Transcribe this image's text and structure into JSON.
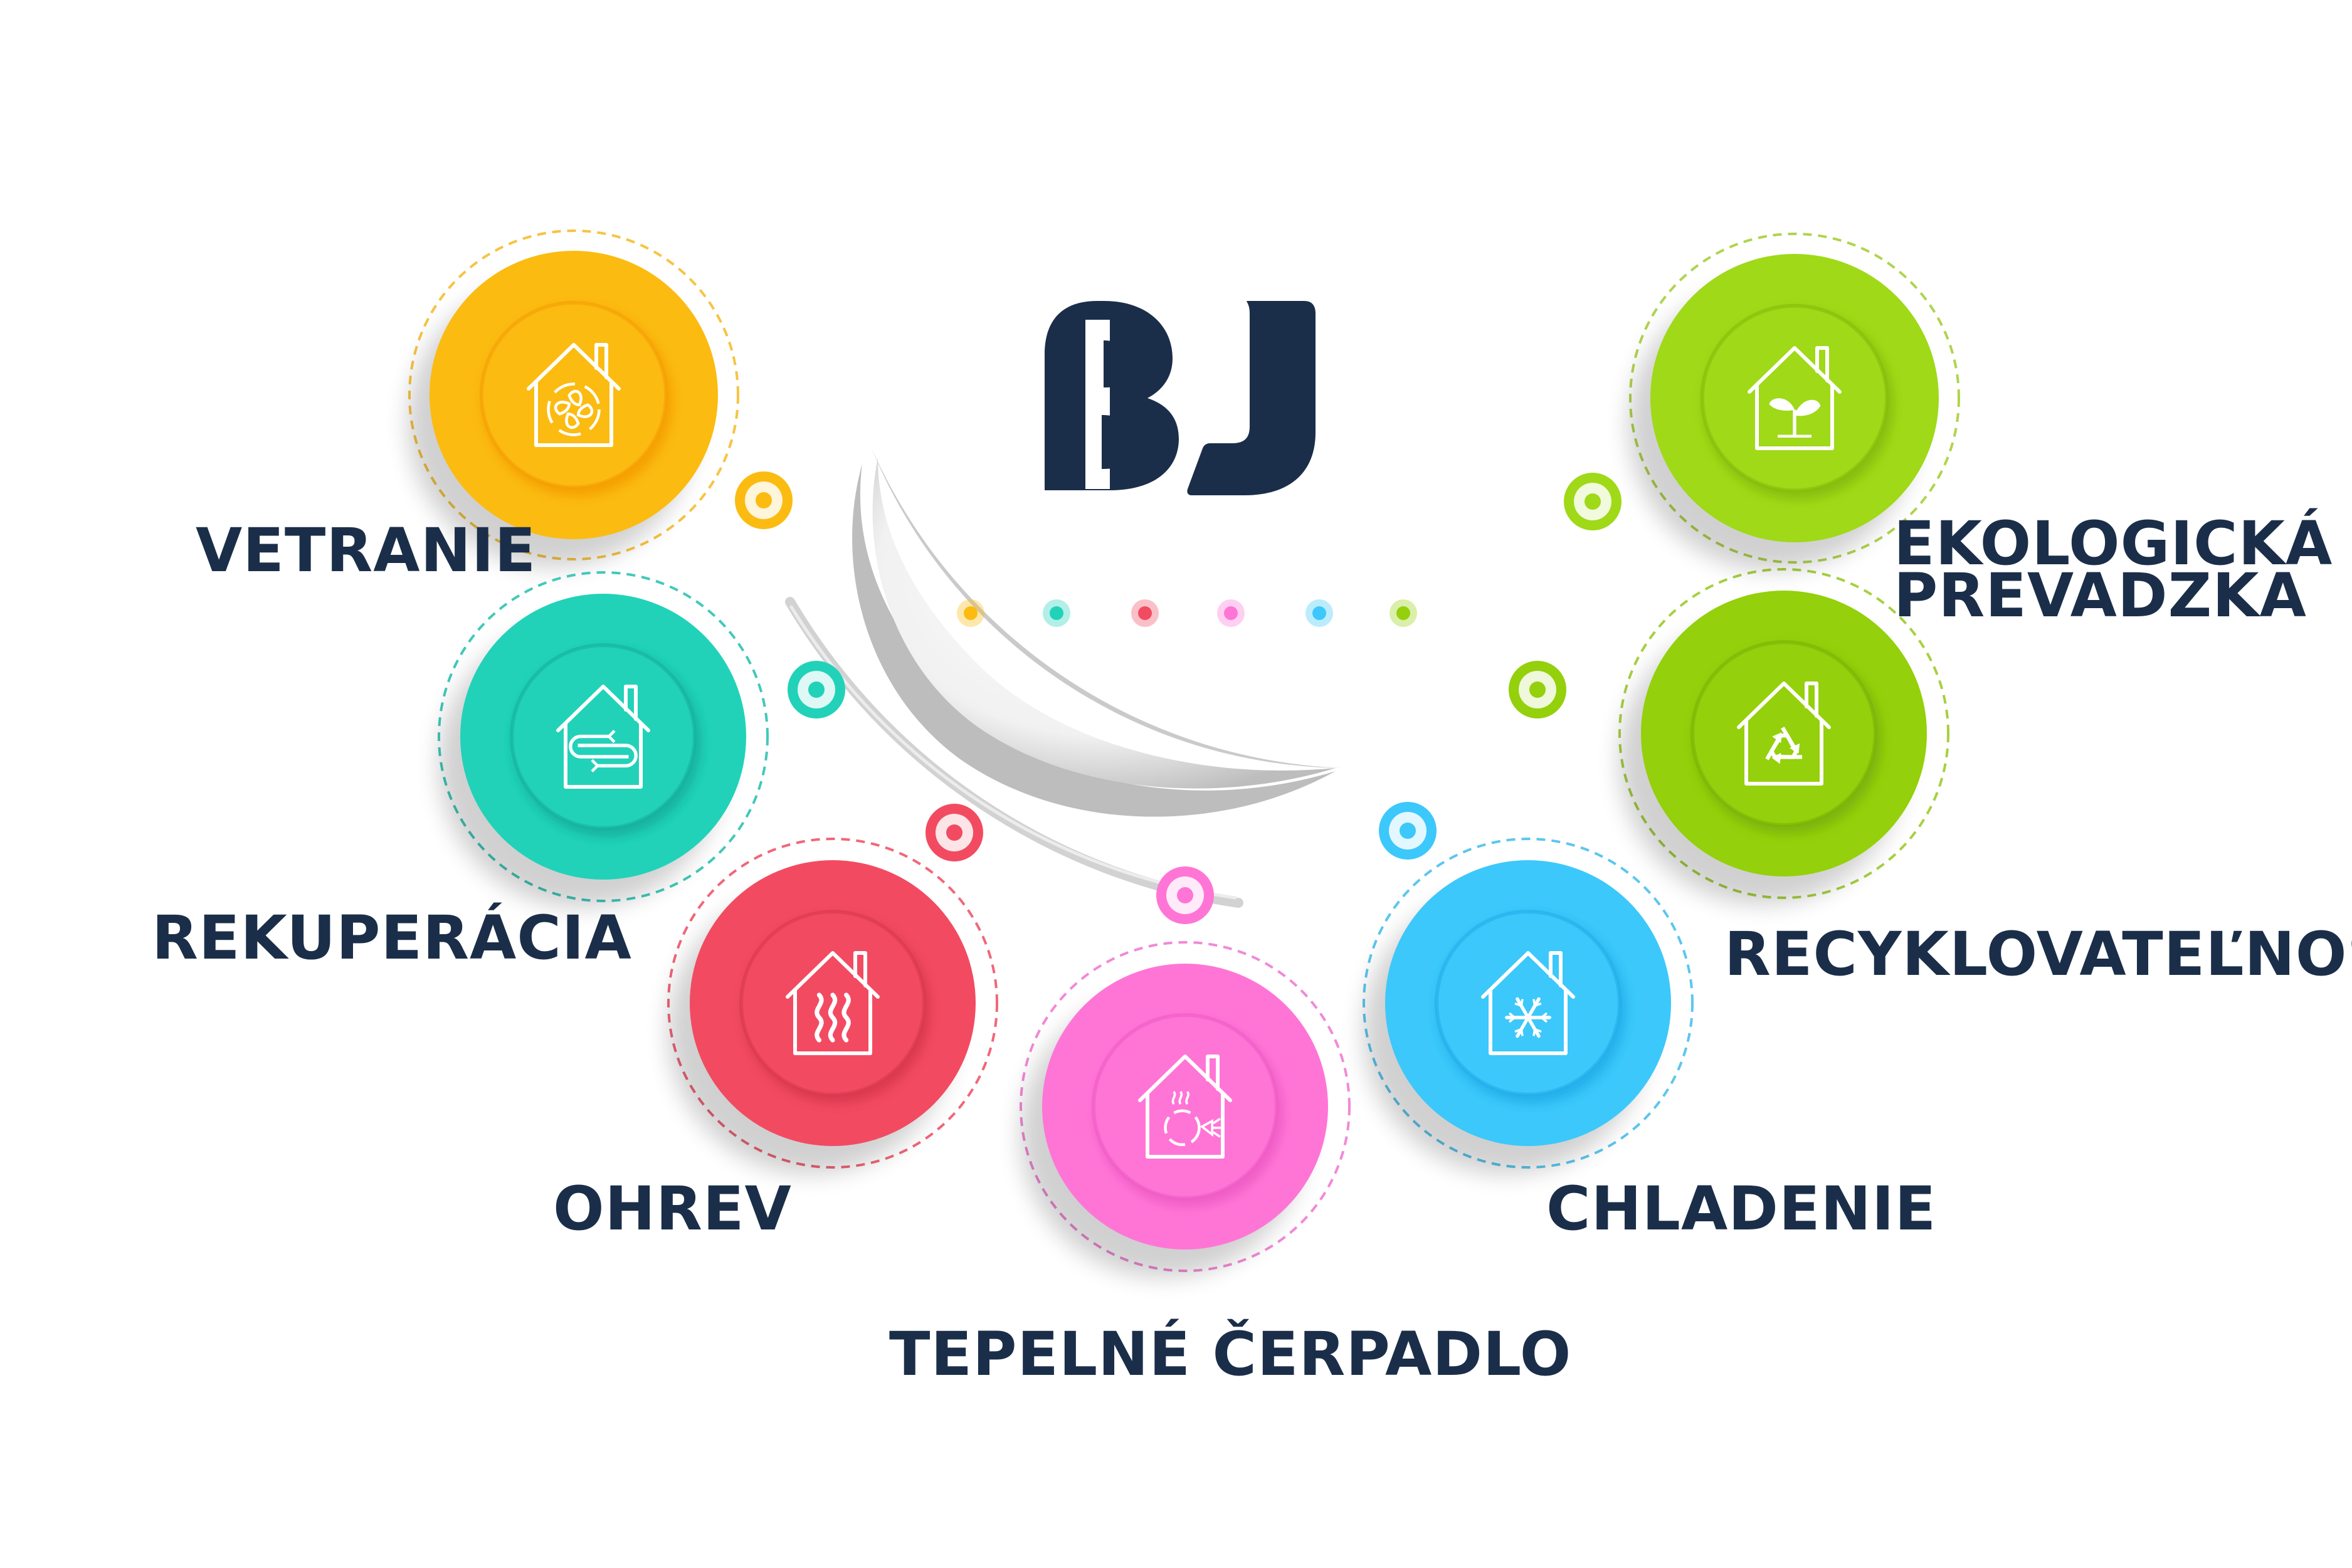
{
  "logo": {
    "text": "BJ",
    "color": "#1b2e49"
  },
  "nodes": [
    {
      "id": "vetranie",
      "label": "VETRANIE",
      "icon": "fan-house-icon",
      "color": "#fbbb11",
      "dark": "#f59f06",
      "ring": "#f6bd2e"
    },
    {
      "id": "rekuperacia",
      "label": "REKUPERÁCIA",
      "icon": "heat-recovery-house-icon",
      "color": "#21d2b9",
      "dark": "#15b09e",
      "ring": "#2dc2b3"
    },
    {
      "id": "ohrev",
      "label": "OHREV",
      "icon": "heating-house-icon",
      "color": "#f24b61",
      "dark": "#d9394e",
      "ring": "#ee5769"
    },
    {
      "id": "tepelne-cerpadlo",
      "label": "TEPELNÉ ČERPADLO",
      "icon": "heat-pump-house-icon",
      "color": "#ff75d6",
      "dark": "#ee5cc4",
      "ring": "#f07cd2"
    },
    {
      "id": "chladenie",
      "label": "CHLADENIE",
      "icon": "snowflake-house-icon",
      "color": "#3cc8fa",
      "dark": "#23aeea",
      "ring": "#4ac0ec"
    },
    {
      "id": "recyklovatelnost",
      "label": "RECYKLOVATEĽNOSŤ",
      "icon": "recycle-house-icon",
      "color": "#94d00b",
      "dark": "#7bb307",
      "ring": "#9ccb2c"
    },
    {
      "id": "ekologicka-prevadzka",
      "label": "EKOLOGICKÁ\nPREVADZKA",
      "icon": "plant-house-icon",
      "color": "#9fd918",
      "dark": "#85bc0b",
      "ring": "#a7cf3a"
    }
  ],
  "row_dots": [
    "#fbbb11",
    "#21d2b9",
    "#f24b61",
    "#ff75d6",
    "#3cc8fa",
    "#94d00b"
  ]
}
